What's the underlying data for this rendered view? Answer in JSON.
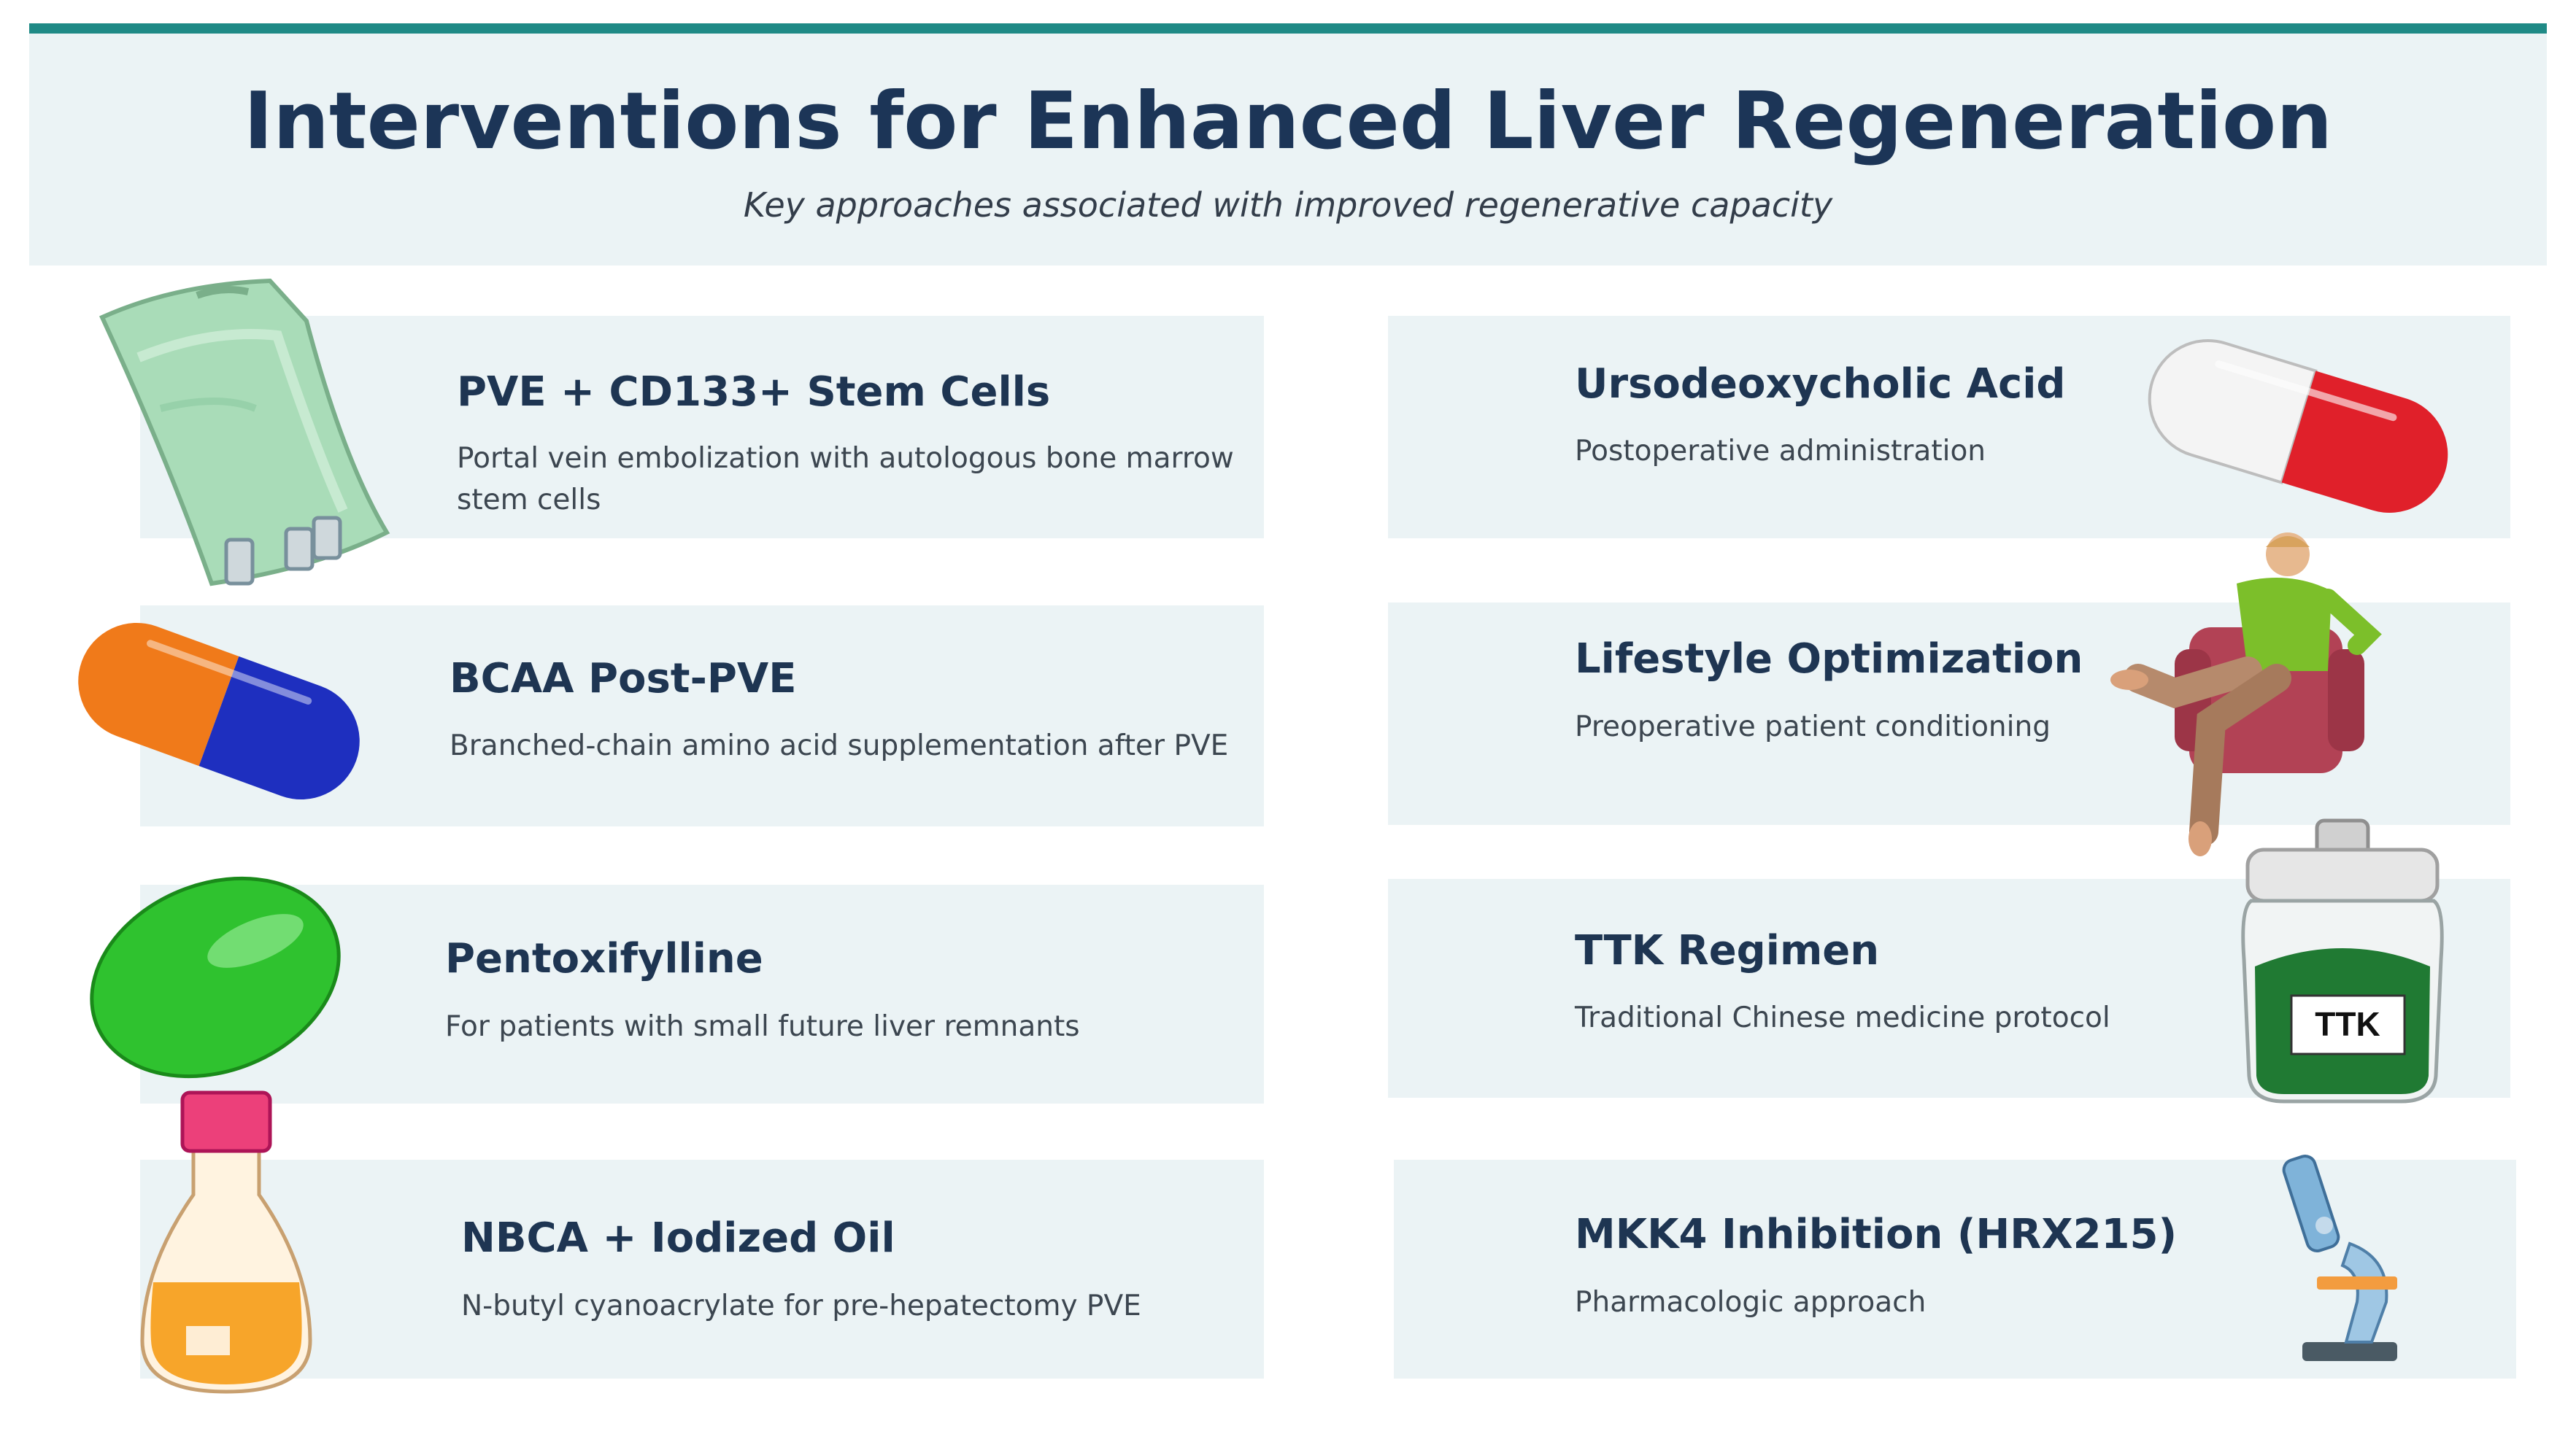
{
  "header": {
    "title": "Interventions for Enhanced Liver Regeneration",
    "subtitle": "Key approaches associated with improved regenerative capacity"
  },
  "colors": {
    "accent_bar": "#1f8a86",
    "card_background": "#ebf3f5",
    "title_text": "#1c3557"
  },
  "left": [
    {
      "title": "PVE + CD133+ Stem Cells",
      "description": "Portal vein embolization with autologous bone marrow stem cells",
      "icon": "iv-bag-icon"
    },
    {
      "title": "BCAA Post-PVE",
      "description": "Branched-chain amino acid supplementation after PVE",
      "icon": "orange-blue-capsule-icon"
    },
    {
      "title": "Pentoxifylline",
      "description": "For patients with small future liver remnants",
      "icon": "green-tablet-icon"
    },
    {
      "title": "NBCA + Iodized Oil",
      "description": "N-butyl cyanoacrylate for pre-hepatectomy PVE",
      "icon": "flask-icon"
    }
  ],
  "right": [
    {
      "title": "Ursodeoxycholic Acid",
      "description": "Postoperative administration",
      "icon": "red-white-capsule-icon"
    },
    {
      "title": "Lifestyle Optimization",
      "description": "Preoperative patient conditioning",
      "icon": "person-armchair-icon"
    },
    {
      "title": "TTK Regimen",
      "description": "Traditional Chinese medicine protocol",
      "icon": "herb-jar-icon",
      "jar_label": "TTK"
    },
    {
      "title": "MKK4 Inhibition (HRX215)",
      "description": "Pharmacologic approach",
      "icon": "microscope-icon"
    }
  ]
}
